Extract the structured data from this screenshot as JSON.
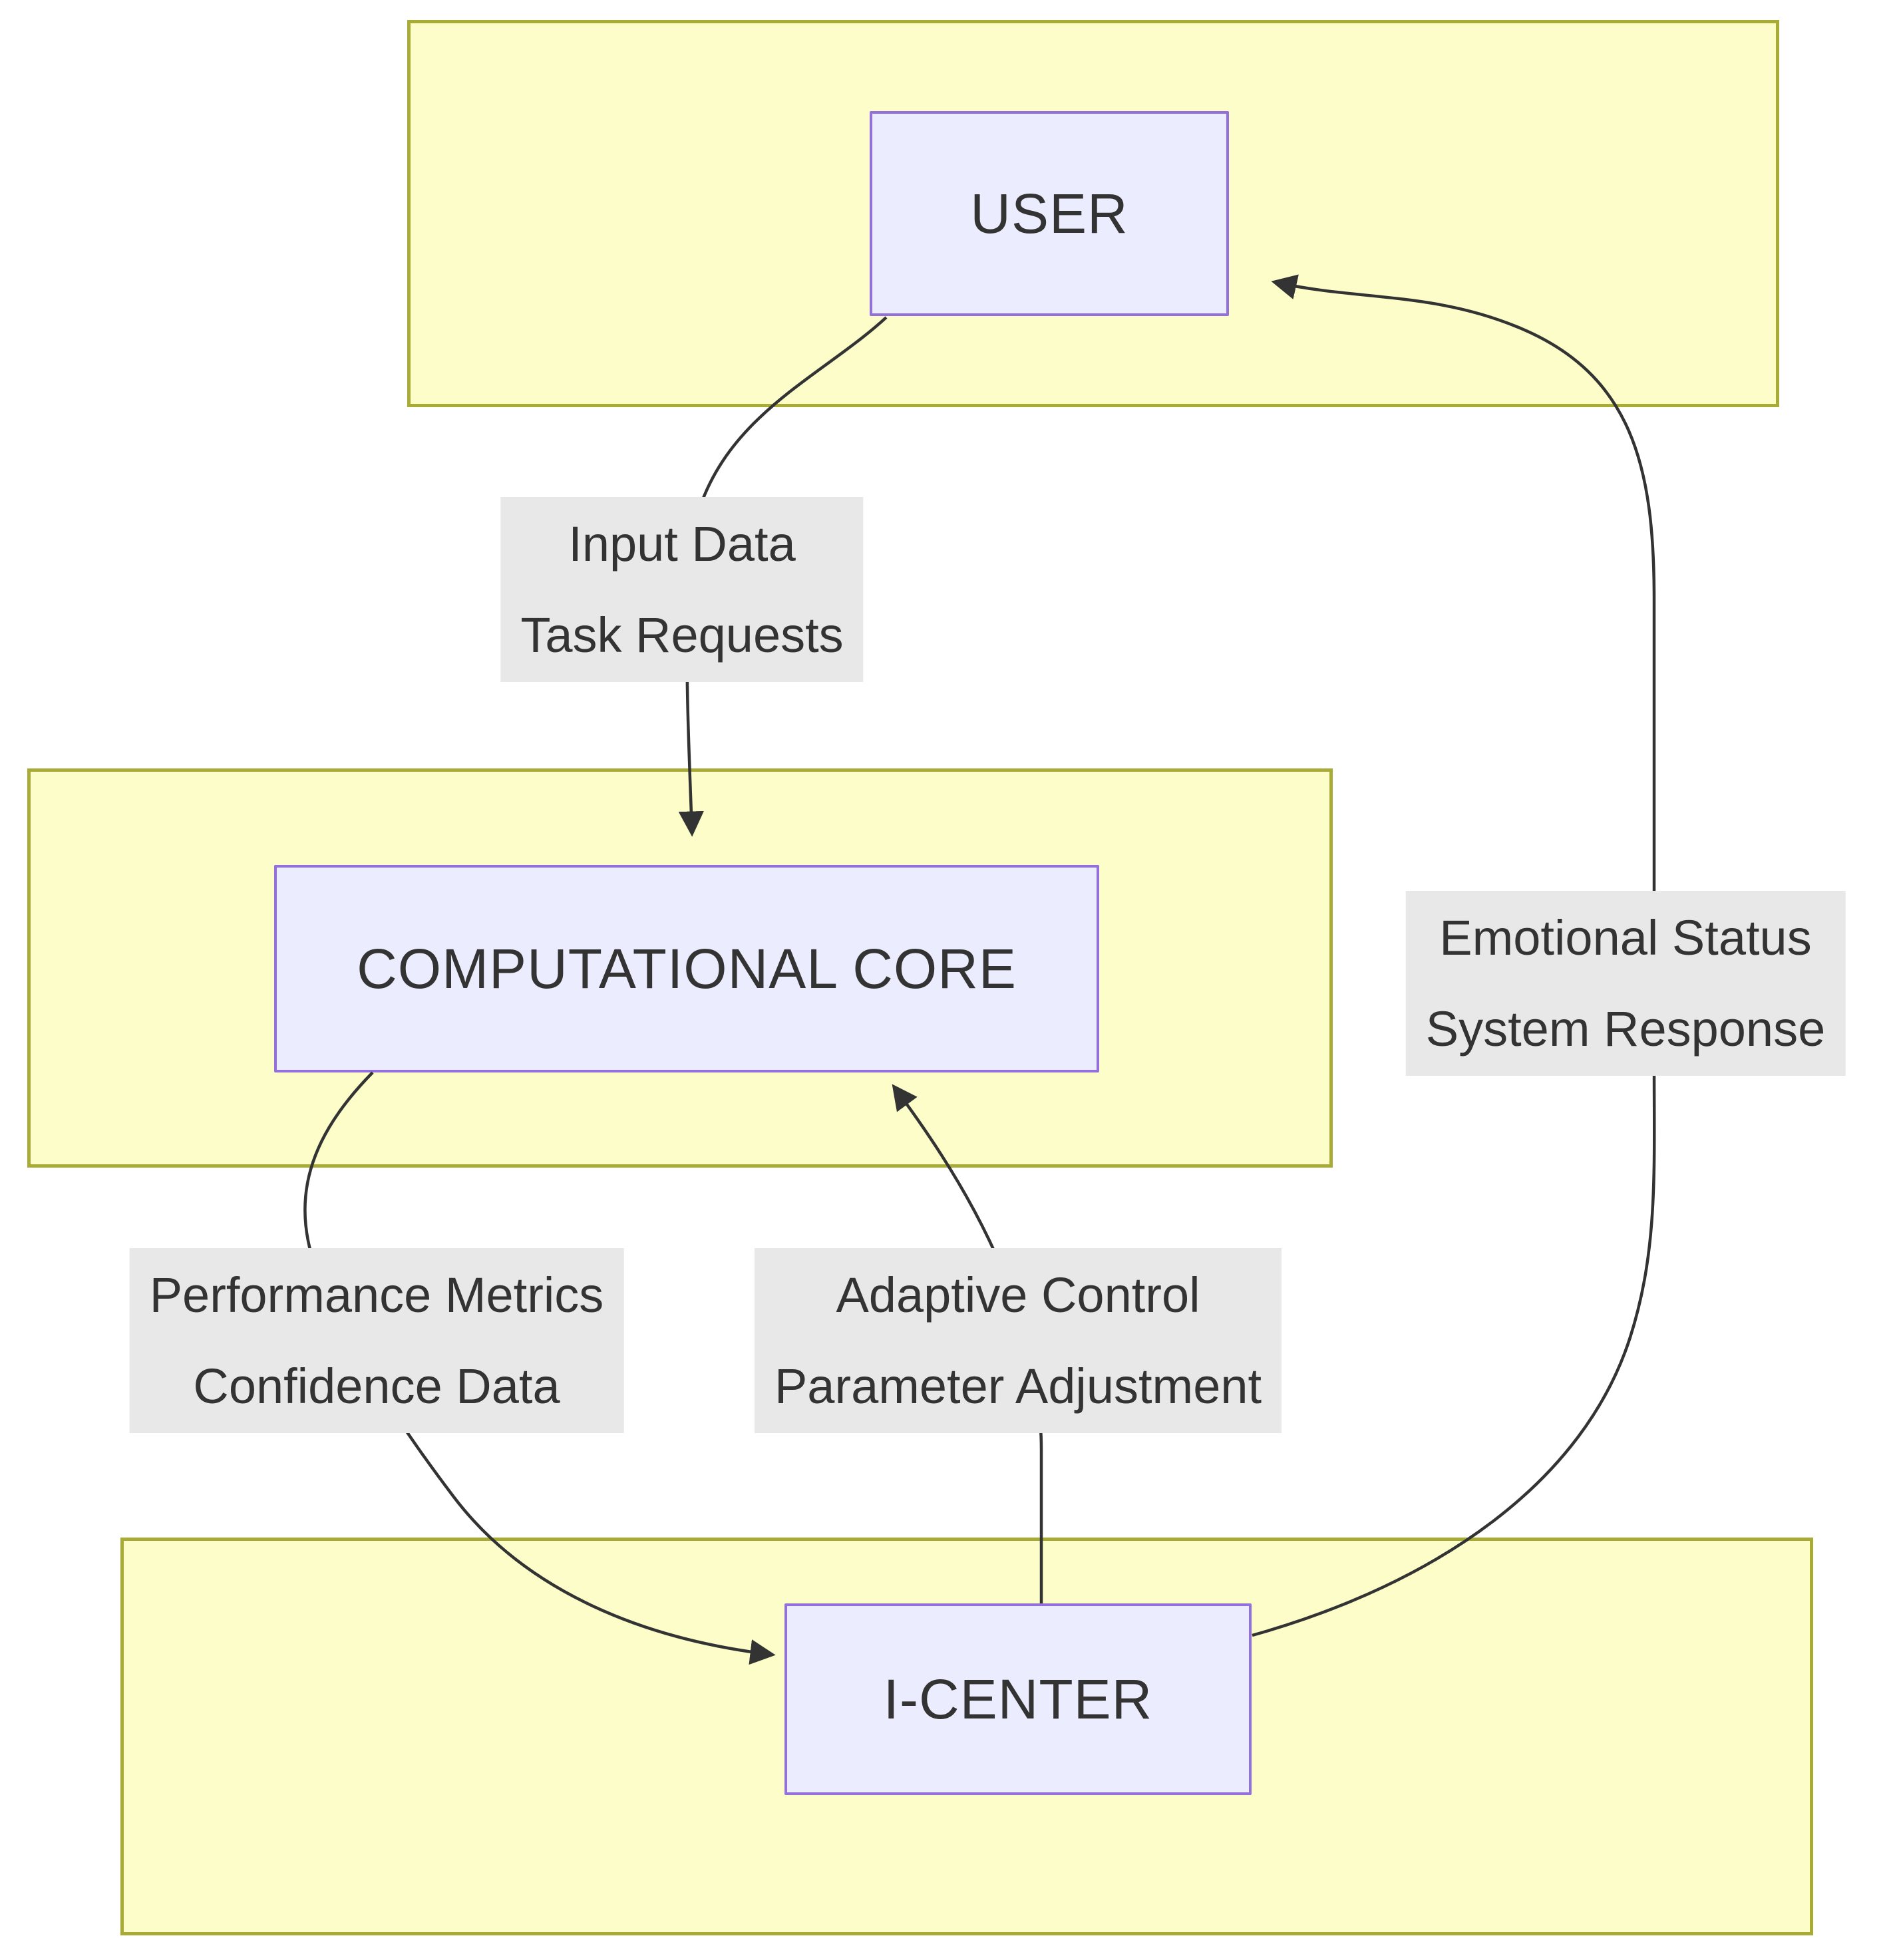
{
  "diagram": {
    "type": "flowchart",
    "nodes": {
      "user": {
        "label": "USER"
      },
      "core": {
        "label": "COMPUTATIONAL CORE"
      },
      "icenter": {
        "label": "I-CENTER"
      }
    },
    "edges": {
      "user_to_core": {
        "line1": "Input Data",
        "line2": "Task Requests"
      },
      "core_to_icenter": {
        "line1": "Performance Metrics",
        "line2": "Confidence Data"
      },
      "icenter_to_core": {
        "line1": "Adaptive Control",
        "line2": "Parameter Adjustment"
      },
      "icenter_to_user": {
        "line1": "Emotional Status",
        "line2": "System Response"
      }
    },
    "colors": {
      "page_bg": "#ffffff",
      "cluster_fill": "#fcfdc9",
      "cluster_stroke": "#a8ab35",
      "node_fill": "#ECECFF",
      "node_stroke": "#9370DB",
      "edge_stroke": "#333333",
      "label_bg": "#e8e8e8",
      "text_color": "#333333"
    }
  }
}
